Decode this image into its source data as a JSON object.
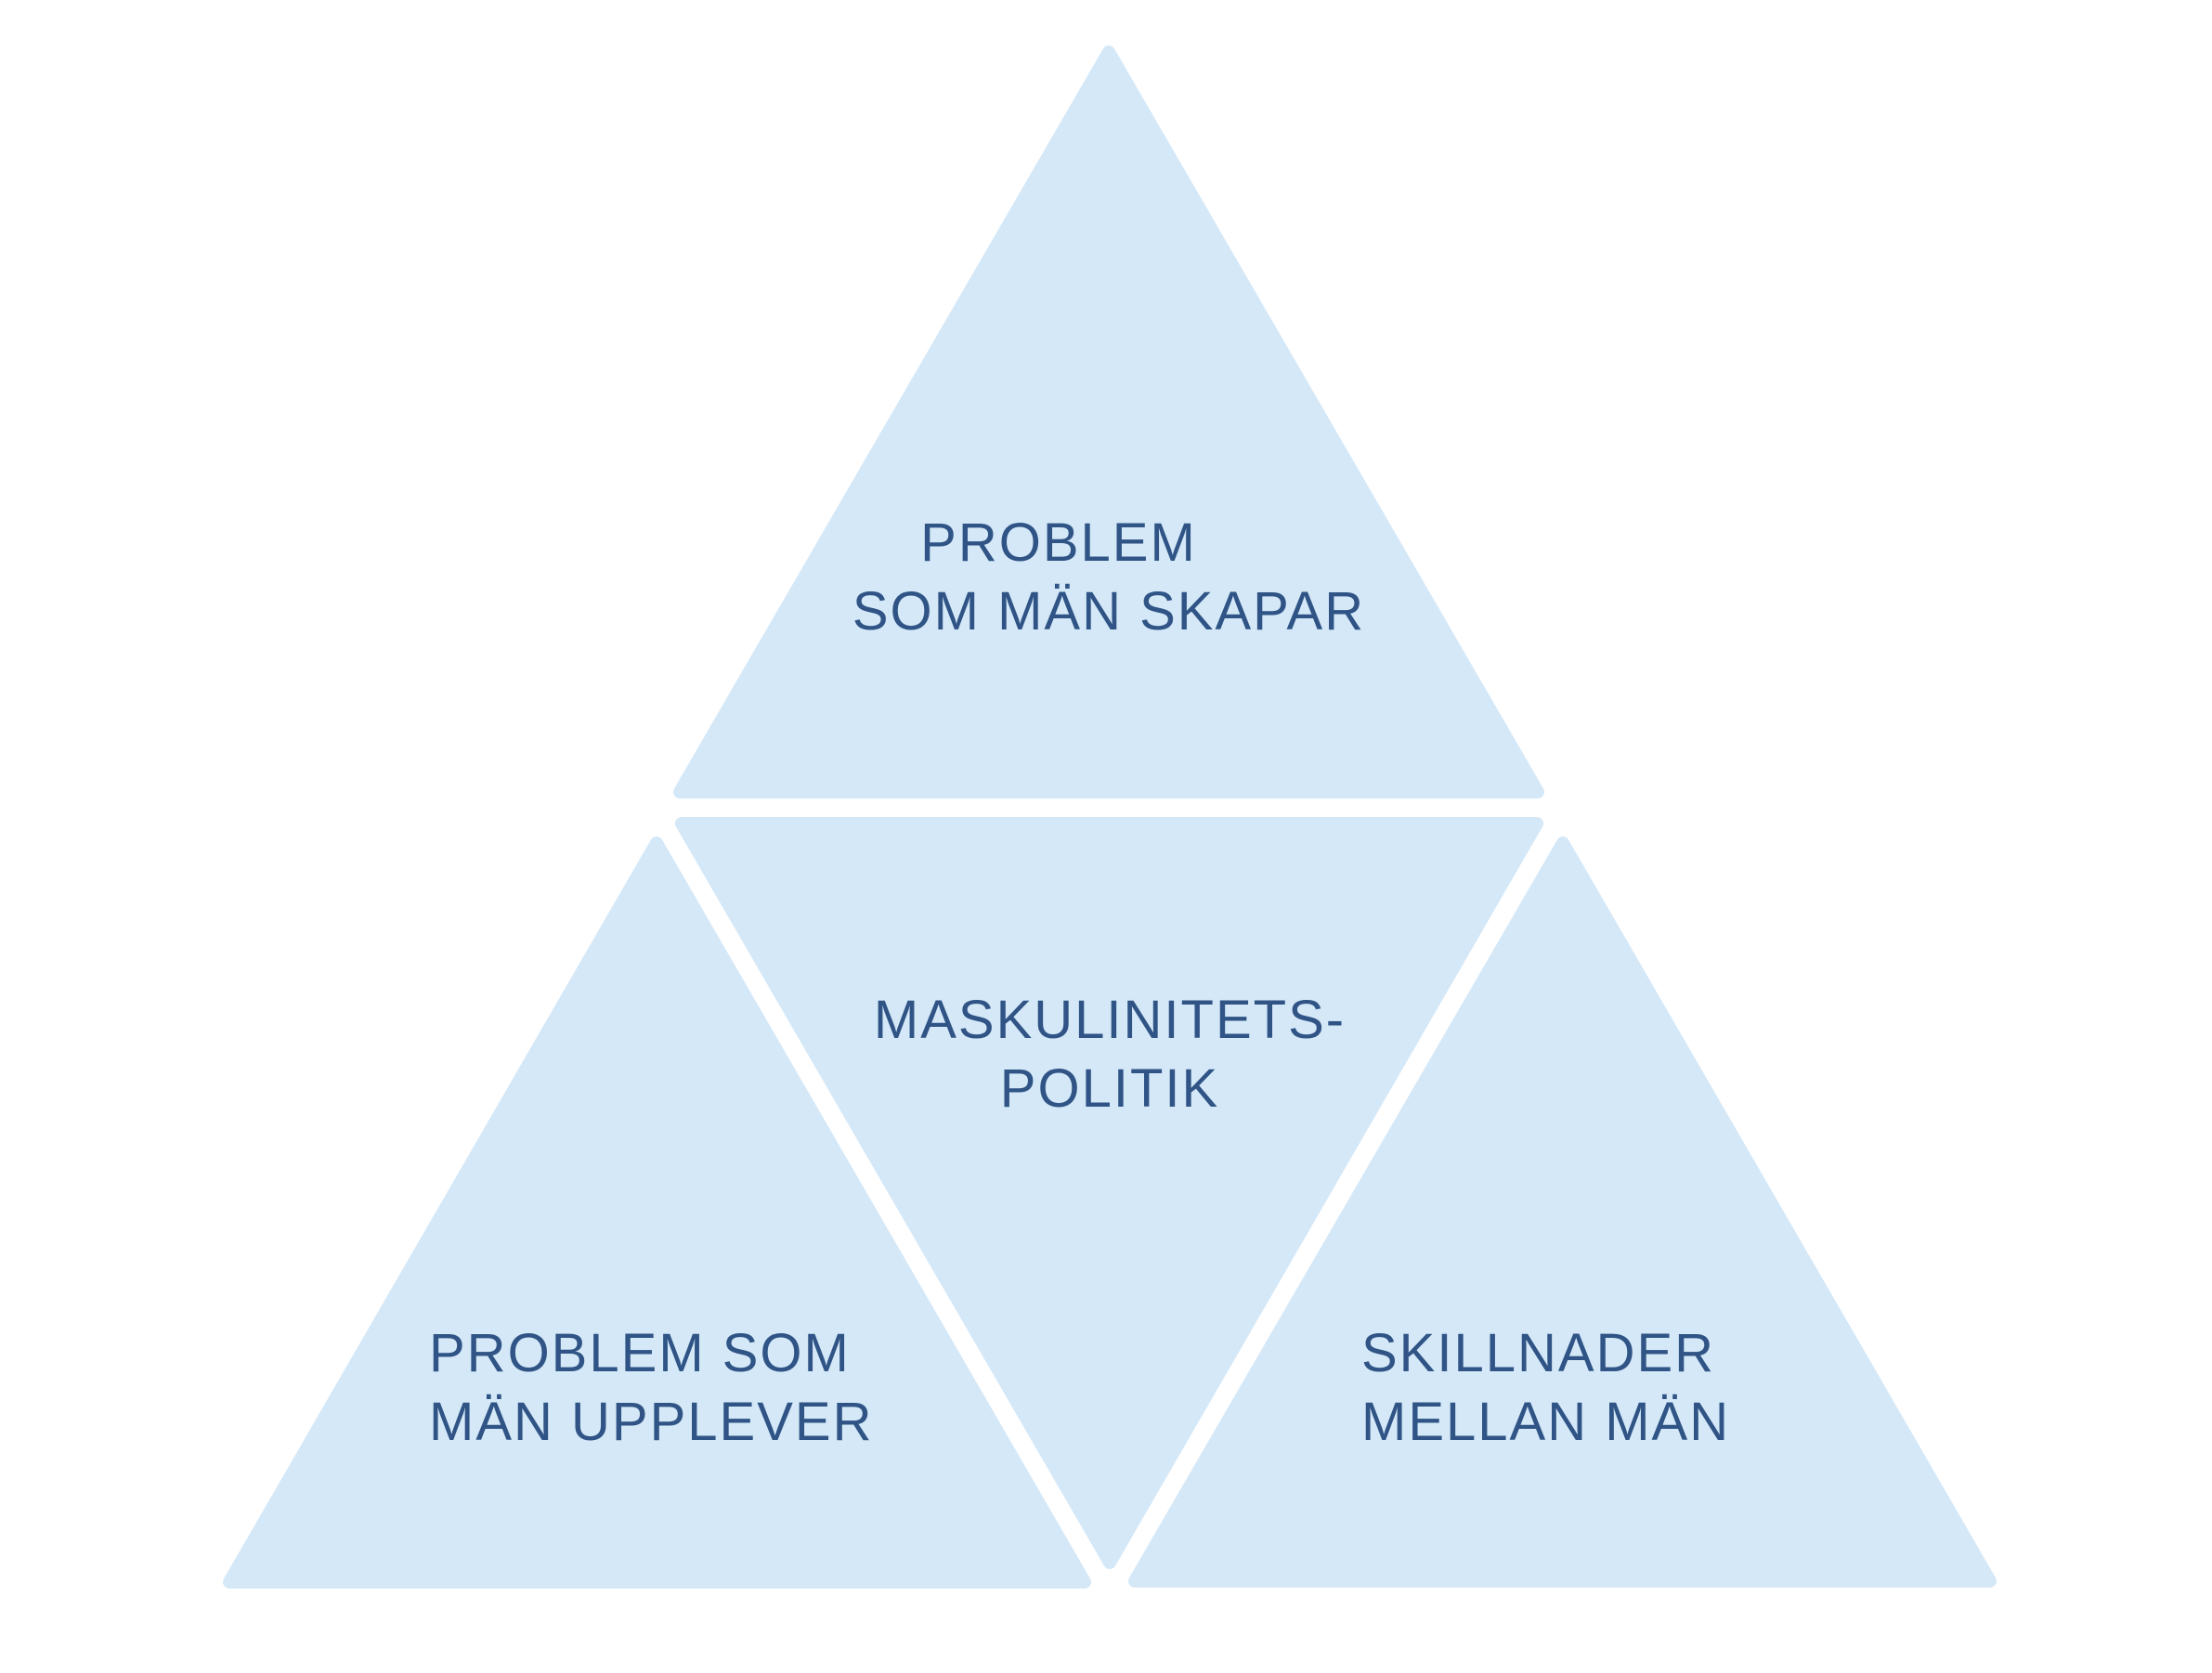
{
  "colors": {
    "triangle_fill": "#d4e8f8",
    "label_text": "#2f5485",
    "background": "#ffffff"
  },
  "triangles": {
    "top": {
      "line1": "PROBLEM",
      "line2": "SOM MÄN SKAPAR"
    },
    "center": {
      "line1": "MASKULINITETS-",
      "line2": "POLITIK"
    },
    "bottom_left": {
      "line1": "PROBLEM SOM",
      "line2": "MÄN UPPLEVER"
    },
    "bottom_right": {
      "line1": "SKILLNADER",
      "line2": "MELLAN MÄN"
    }
  }
}
